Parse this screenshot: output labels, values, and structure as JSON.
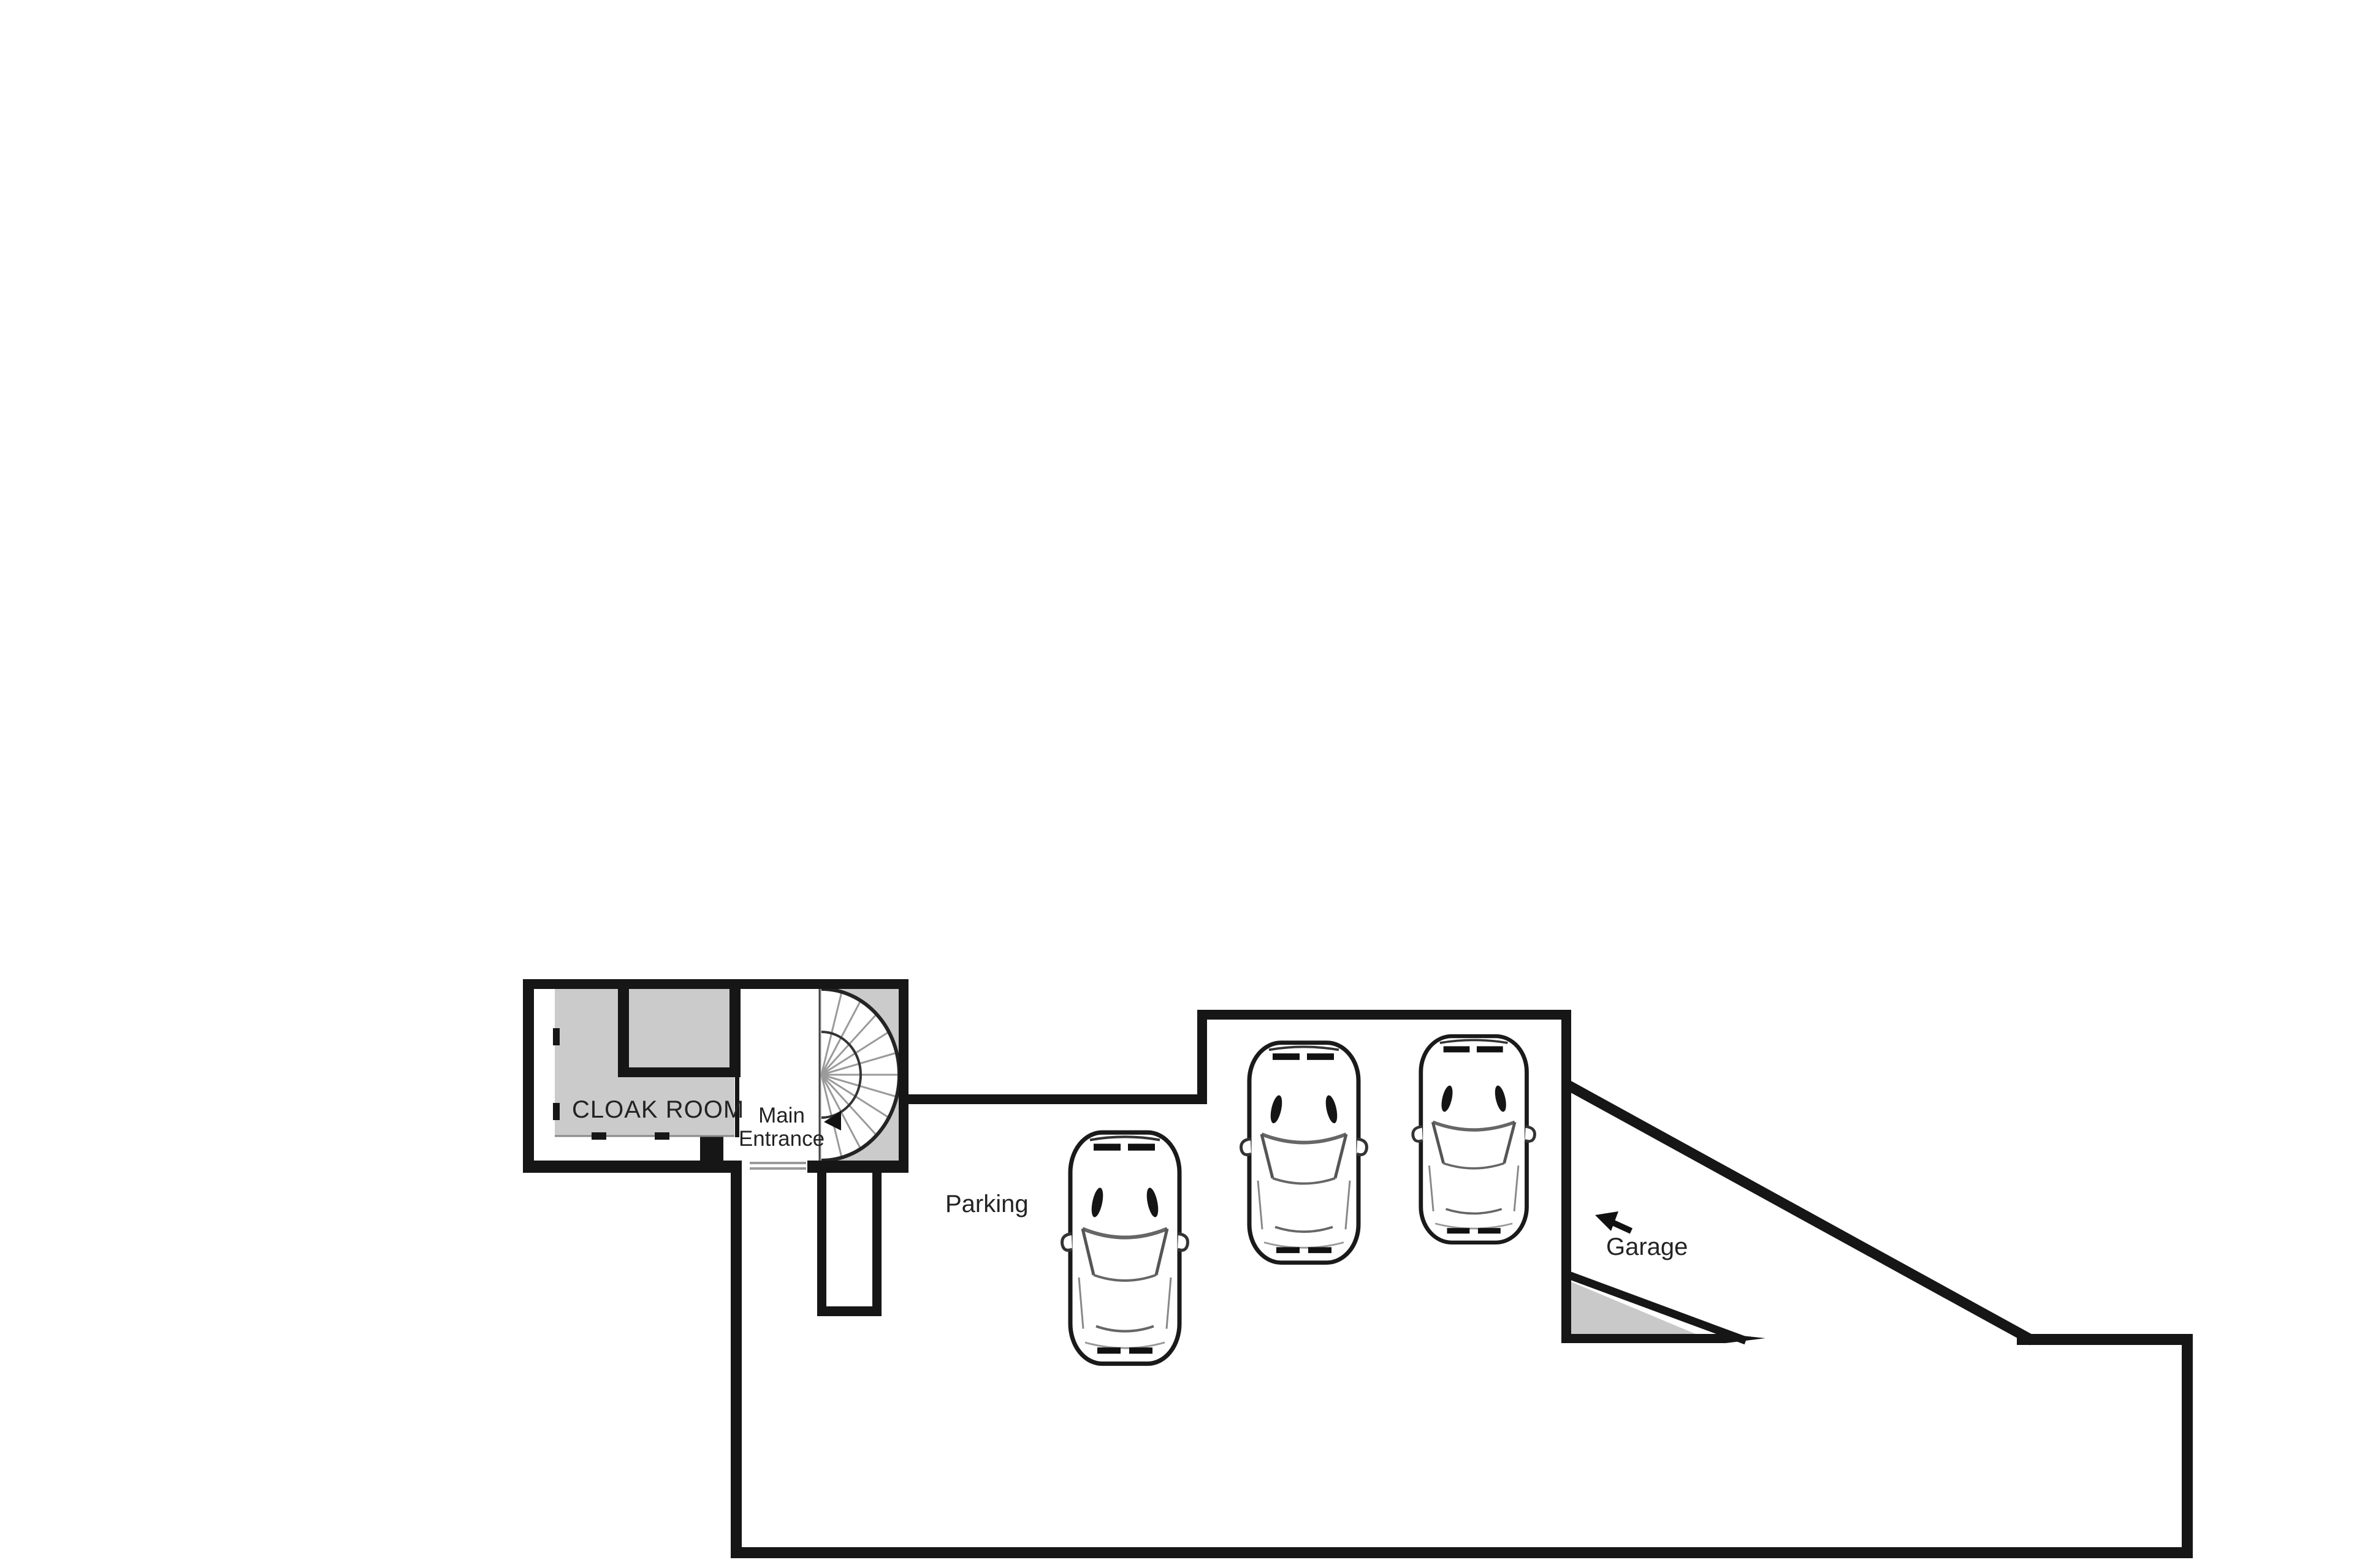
{
  "floorplan": {
    "labels": {
      "cloak_room": "CLOAK ROOM",
      "main_entrance_line1": "Main",
      "main_entrance_line2": "Entrance",
      "parking": "Parking",
      "garage": "Garage"
    },
    "features": {
      "car_count": 3,
      "staircase": "spiral staircase beside main entrance",
      "ramp": "sloped ramp with hatched wedge leading up to garage",
      "rooms": [
        "Cloak room",
        "Main entrance hall",
        "Parking area",
        "Garage ramp"
      ]
    },
    "colors": {
      "wall": "#161616",
      "room_fill": "#cbcbcb",
      "background": "#ffffff",
      "text": "#232323"
    }
  }
}
